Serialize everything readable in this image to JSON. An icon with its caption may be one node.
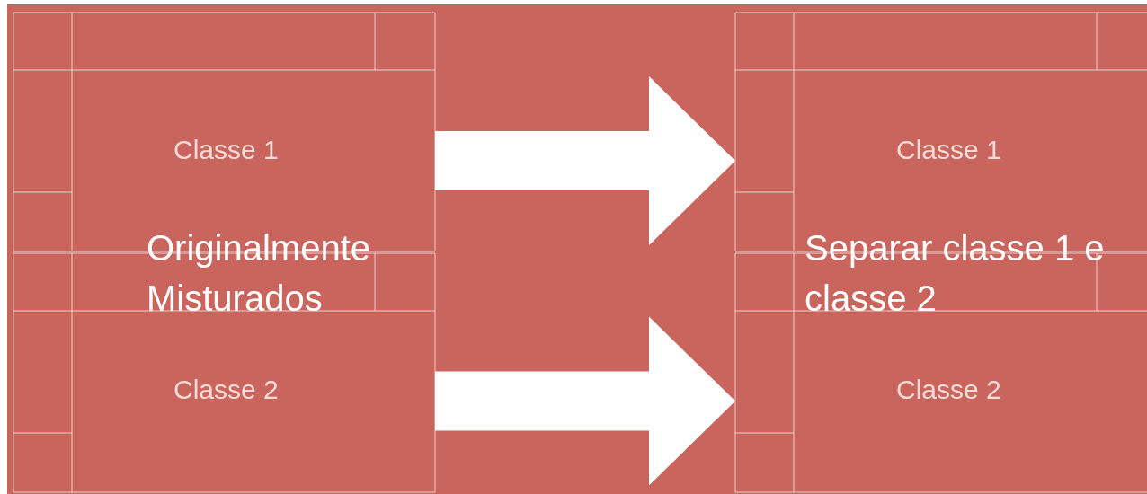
{
  "diagram": {
    "nodes": [
      {
        "text": [
          "Classe 1"
        ]
      },
      {
        "text": [
          "Classe 2"
        ]
      },
      {
        "text": [
          "Classe 1"
        ]
      },
      {
        "text": [
          "Classe 2"
        ]
      }
    ],
    "edges": [
      {
        "from": 0,
        "to": 2,
        "arrow": "to"
      },
      {
        "from": 1,
        "to": 3,
        "arrow": "to"
      }
    ],
    "labels": [
      "Originalmente Misturados",
      "Separar classe 1 e classe 2"
    ]
  }
}
